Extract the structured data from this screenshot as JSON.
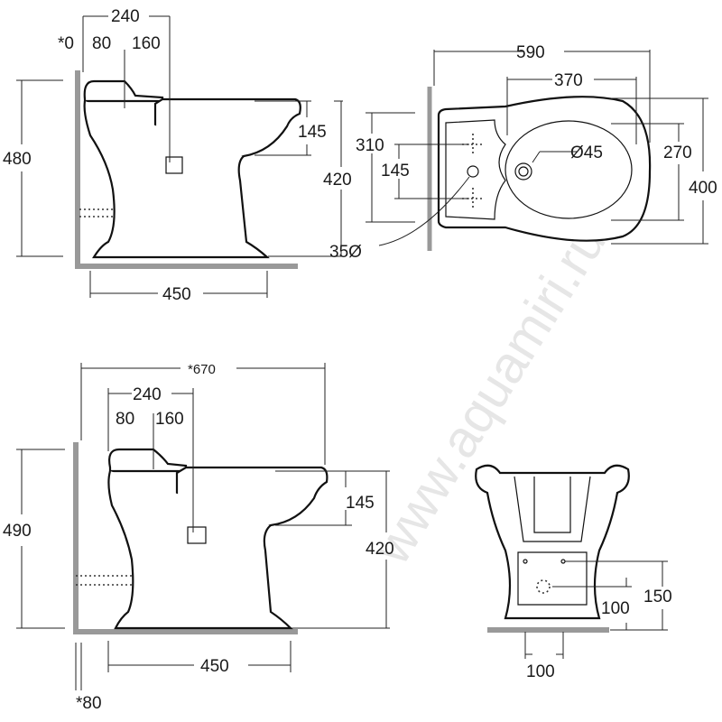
{
  "watermark": "www.aquamiri.ru",
  "side_view_top": {
    "dim_240": "240",
    "dim_wall_gap": "*0",
    "dim_80": "80",
    "dim_160": "160",
    "dim_480": "480",
    "dim_145": "145",
    "dim_420": "420",
    "dim_450": "450"
  },
  "plan_view": {
    "dim_590": "590",
    "dim_370": "370",
    "dim_310": "310",
    "dim_145": "145",
    "dim_drain": "Ø45",
    "dim_270": "270",
    "dim_400": "400",
    "dim_tap_hole": "35Ø"
  },
  "side_view_bottom": {
    "dim_670": "*670",
    "dim_240": "240",
    "dim_80": "80",
    "dim_160": "160",
    "dim_490": "490",
    "dim_145": "145",
    "dim_420": "420",
    "dim_450": "450",
    "dim_wall_gap": "*80"
  },
  "front_view": {
    "dim_100_height": "100",
    "dim_150": "150",
    "dim_100_width": "100"
  }
}
